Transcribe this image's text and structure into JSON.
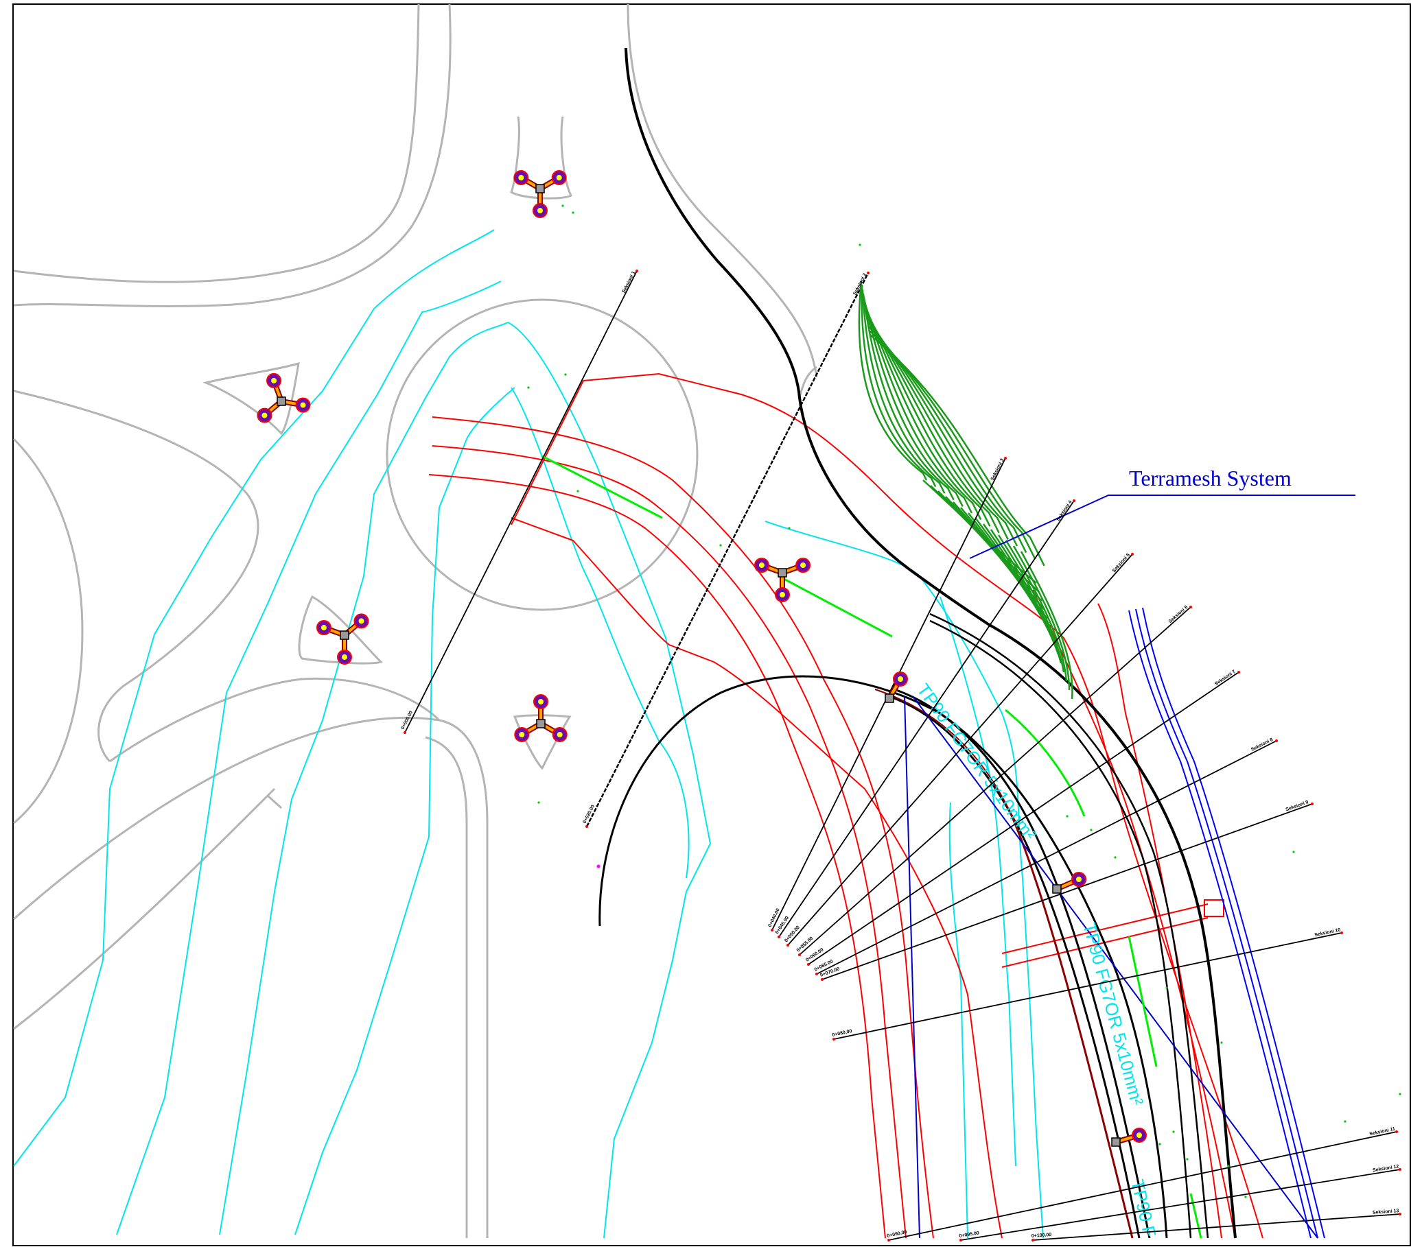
{
  "callout": {
    "label": "Terramesh System"
  },
  "cable_labels": [
    "TP90 FG7OR 5x10mm²",
    "TP90 FG7OR 5x10mm²",
    "TP90 F"
  ],
  "sections": [
    {
      "name": "Seksioni 1",
      "chainage": "0+000.00"
    },
    {
      "name": "Seksioni 2",
      "chainage": "0+020.00"
    },
    {
      "name": "Seksioni 3",
      "chainage": "0+040.00"
    },
    {
      "name": "Seksioni 4",
      "chainage": "0+045.00"
    },
    {
      "name": "Seksioni 5",
      "chainage": "0+050.00"
    },
    {
      "name": "Seksioni 6",
      "chainage": "0+055.00"
    },
    {
      "name": "Seksioni 7",
      "chainage": "0+060.00"
    },
    {
      "name": "Seksioni 8",
      "chainage": "0+065.00"
    },
    {
      "name": "Seksioni 9",
      "chainage": "0+070.00"
    },
    {
      "name": "Seksioni 10",
      "chainage": "0+080.00"
    },
    {
      "name": "Seksioni 11",
      "chainage": "0+090.00"
    },
    {
      "name": "Seksioni 12",
      "chainage": "0+095.00"
    },
    {
      "name": "Seksioni 13",
      "chainage": "0+100.00"
    }
  ],
  "colors": {
    "road_edge": "#b4b4b4",
    "contour": "#00e5ee",
    "boundary": "#ff0000",
    "terramesh": "#1a9a1a",
    "highlight_green": "#00ee00",
    "callout": "#0000cc",
    "drainage": "#0000ff",
    "light_pole": "#6a0dad",
    "light_arm": "#ff8c00"
  },
  "icons": {
    "light_pole": "street-light-icon"
  }
}
